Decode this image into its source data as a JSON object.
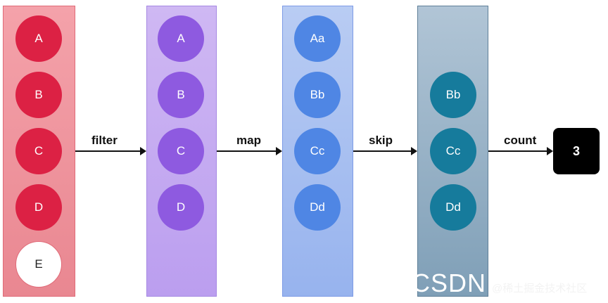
{
  "diagram": {
    "stages": [
      {
        "items": [
          "A",
          "B",
          "C",
          "D",
          "E"
        ]
      },
      {
        "items": [
          "A",
          "B",
          "C",
          "D"
        ]
      },
      {
        "items": [
          "Aa",
          "Bb",
          "Cc",
          "Dd"
        ]
      },
      {
        "items": [
          "Bb",
          "Cc",
          "Dd"
        ]
      }
    ],
    "operations": [
      "filter",
      "map",
      "skip",
      "count"
    ],
    "result": "3"
  },
  "watermark": {
    "main": "CSDN",
    "sub": "@稀土掘金技术社区"
  },
  "colors": {
    "red": "#dc2144",
    "purple": "#8e5ae0",
    "blue": "#4f86e4",
    "teal": "#167b9c",
    "result_bg": "#000000"
  }
}
